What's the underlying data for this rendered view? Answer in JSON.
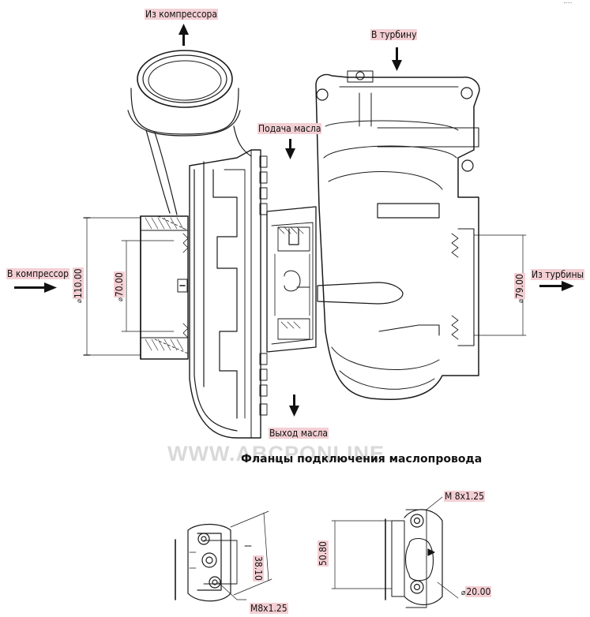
{
  "labels": {
    "from_compressor": "Из компрессора",
    "to_turbine": "В турбину",
    "oil_supply": "Подача масла",
    "to_compressor": "В компрессор",
    "from_turbine": "Из турбины",
    "oil_outlet": "Выход масла",
    "flanges_title": "Фланцы подключения маслопровода",
    "watermark": "WWW.ABCPONLINE"
  },
  "dimensions": {
    "d110": "110.00",
    "d70": "70.00",
    "d79": "79.00",
    "d3810": "38.10",
    "d5080": "50.80",
    "d2000": "20.00",
    "m8_left": "M8x1.25",
    "m8_right": "M 8x1.25"
  }
}
